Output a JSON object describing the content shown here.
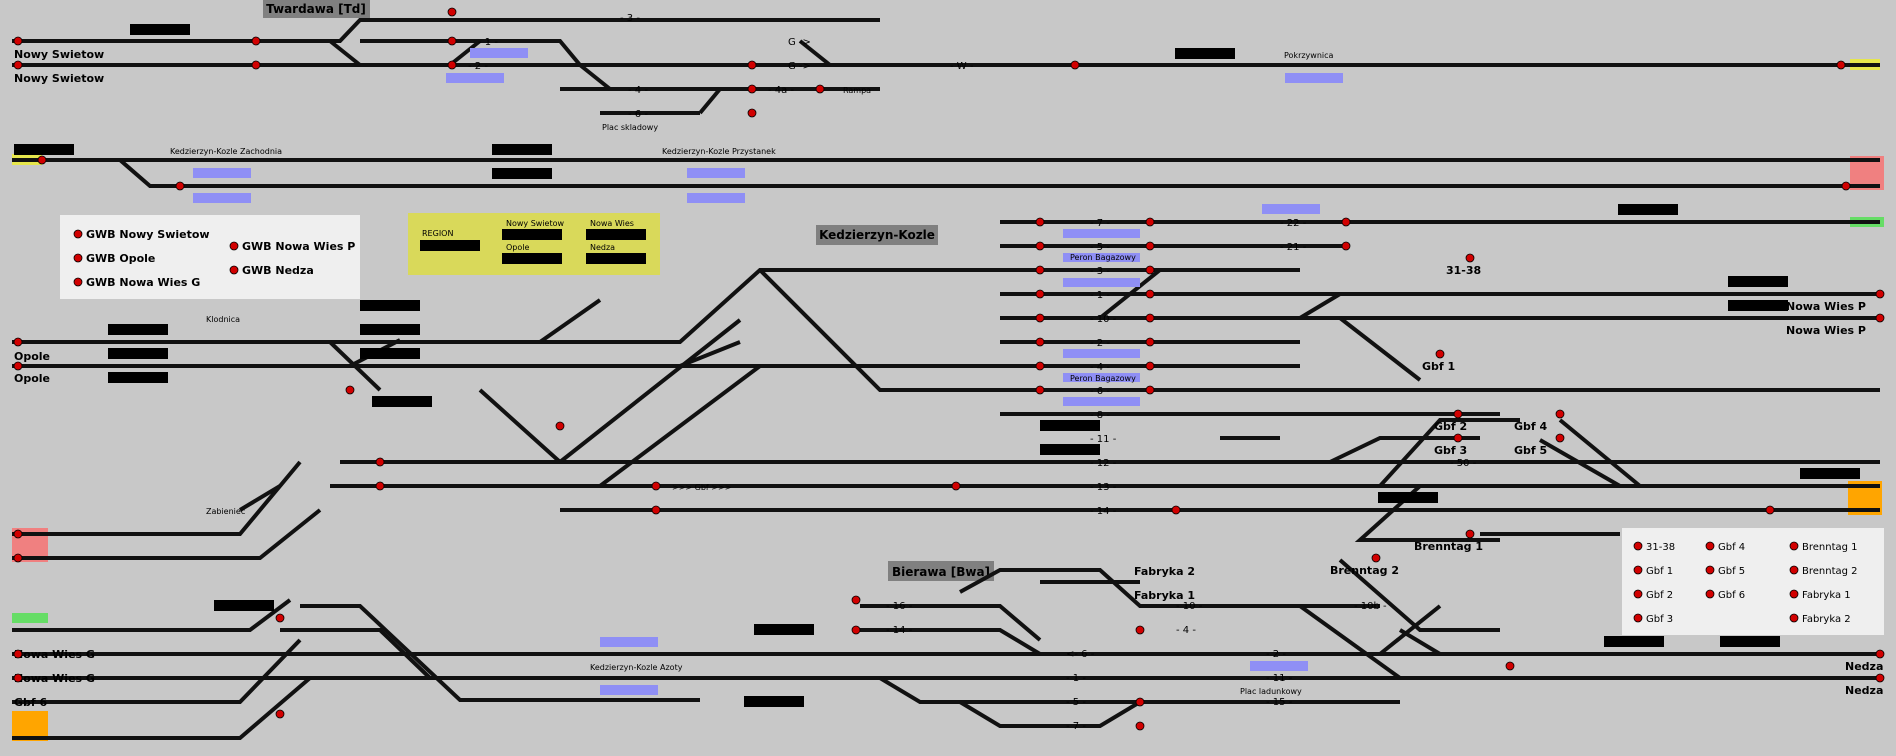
{
  "stations": {
    "twardawa": "Twardawa [Td]",
    "kedzierzyn": "Kedzierzyn-Kozle",
    "bierawa": "Bierawa [Bwa]"
  },
  "places": {
    "pokrzywnica": "Pokrzywnica",
    "kk_zachodnia": "Kedzierzyn-Kozle Zachodnia",
    "kk_przystanek": "Kedzierzyn-Kozle Przystanek",
    "klodnica": "Klodnica",
    "zabieniec": "Zabieniec",
    "kk_azoty": "Kedzierzyn-Kozle Azoty",
    "plac_skladowy": "Plac skladowy",
    "plac_ladunkowy": "Plac ladunkowy",
    "rampa": "Rampa",
    "peron_bagazowy_1": "Peron Bagazowy",
    "peron_bagazowy_2": "Peron Bagazowy",
    "gbf_arrow": ">>> Gbf >>>"
  },
  "endpoints": {
    "nowy_swietow_1": "Nowy Swietow",
    "nowy_swietow_2": "Nowy Swietow",
    "opole_1": "Opole",
    "opole_2": "Opole",
    "nowa_wies_p_1": "Nowa Wies P",
    "nowa_wies_p_2": "Nowa Wies P",
    "nowa_wies_g_1": "Nowa Wies G",
    "nowa_wies_g_2": "Nowa Wies G",
    "gbf6": "Gbf 6",
    "nedza_1": "Nedza",
    "nedza_2": "Nedza",
    "t31_38": "31-38",
    "gbf1": "Gbf 1",
    "gbf2": "Gbf 2",
    "gbf3": "Gbf 3",
    "gbf4": "Gbf 4",
    "gbf5": "Gbf 5",
    "brenntag1": "Brenntag 1",
    "brenntag2": "Brenntag 2",
    "fabryka1": "Fabryka 1",
    "fabryka2": "Fabryka 2"
  },
  "tracks": {
    "td1": "- 1 -",
    "td2": "- 2 -",
    "td3": "- 3 -",
    "td4": "- 4 -",
    "td4a": "- 4a -",
    "td6": "- 6 -",
    "tdG": "G ->",
    "tdW": "- W -",
    "kk7": "- 7 -",
    "kk5": "- 5 -",
    "kk3": "- 3 -",
    "kk1": "- 1 -",
    "kk10": "- 10 -",
    "kk2": "- 2 -",
    "kk4": "- 4 -",
    "kk6": "- 6 -",
    "kk8": "- 8 -",
    "kk11": "- 11 -",
    "kk12": "- 12 -",
    "kk13": "- 13 -",
    "kk14": "- 14 -",
    "kk21": "- 21 -",
    "kk22": "- 22 -",
    "kk50": "- 50 -",
    "bw16": "- 16 -",
    "bw14": "- 14 -",
    "bw10": "- 10 -",
    "bw4": "- 4 -",
    "bw6": "<- 6 -",
    "bw1": "- 1 -",
    "bw5": "- 5 -",
    "bw7": "- 7 -",
    "bw2": "- 2 -",
    "bw11": "- 11 -",
    "bw15": "- 15 -",
    "bw10b": "- 10b -"
  },
  "region_panel": {
    "region": "REGION",
    "nowy_swietow": "Nowy Swietow",
    "nowa_wies": "Nowa Wies",
    "opole": "Opole",
    "nedza": "Nedza"
  },
  "gwb_legend": {
    "nowy_swietow": "GWB Nowy Swietow",
    "opole": "GWB Opole",
    "nowa_wies_g": "GWB Nowa Wies G",
    "nowa_wies_p": "GWB Nowa Wies P",
    "nedza": "GWB Nedza"
  },
  "dest_legend": {
    "t31_38": "31-38",
    "gbf1": "Gbf 1",
    "gbf2": "Gbf 2",
    "gbf3": "Gbf 3",
    "gbf4": "Gbf 4",
    "gbf5": "Gbf 5",
    "gbf6": "Gbf 6",
    "brenntag1": "Brenntag 1",
    "brenntag2": "Brenntag 2",
    "fabryka1": "Fabryka 1",
    "fabryka2": "Fabryka 2"
  },
  "colors": {
    "background": "#c8c8c8",
    "track": "#111111",
    "signal_red": "#d10000",
    "platform": "#8f8ff5",
    "region_panel": "#d9d95a",
    "legend_bg": "#efefef",
    "station_title": "#808080",
    "block_red": "#f08080",
    "block_orange": "#ffa500",
    "block_green": "#66dd66",
    "block_yellow": "#e6e64c"
  }
}
